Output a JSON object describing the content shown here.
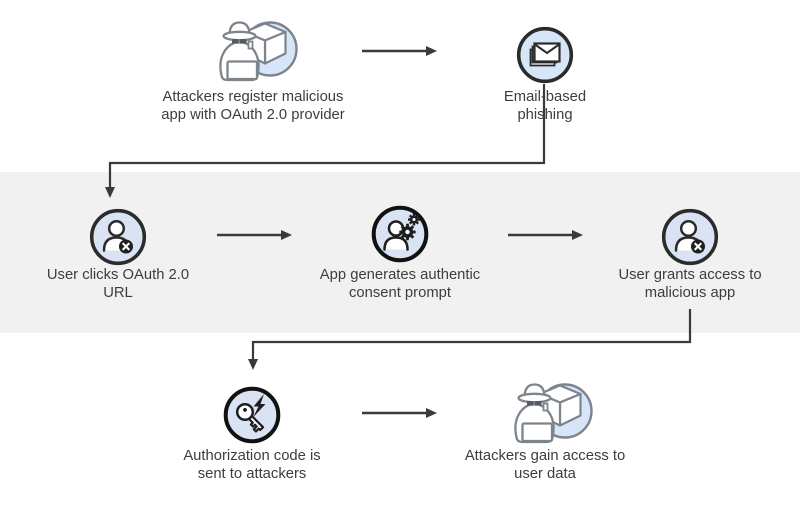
{
  "diagram": {
    "steps": [
      {
        "id": "register-malicious-app",
        "icon": "attacker-package-icon",
        "lines": [
          "Attackers register malicious",
          "app with OAuth 2.0 provider"
        ]
      },
      {
        "id": "email-phishing",
        "icon": "email-stack-icon",
        "lines": [
          "Email-based",
          "phishing"
        ]
      },
      {
        "id": "user-clicks-url",
        "icon": "user-x-icon",
        "lines": [
          "User clicks OAuth 2.0",
          "URL"
        ]
      },
      {
        "id": "consent-prompt",
        "icon": "user-gear-icon",
        "lines": [
          "App generates authentic",
          "consent prompt"
        ]
      },
      {
        "id": "user-grants-access",
        "icon": "user-x-icon",
        "lines": [
          "User grants access to",
          "malicious app"
        ]
      },
      {
        "id": "auth-code-sent",
        "icon": "key-lightning-icon",
        "lines": [
          "Authorization code is",
          "sent to attackers"
        ]
      },
      {
        "id": "attackers-gain-access",
        "icon": "attacker-package-icon",
        "lines": [
          "Attackers gain access to",
          "user data"
        ]
      }
    ],
    "flow": [
      {
        "from": "register-malicious-app",
        "to": "email-phishing",
        "style": "arrow"
      },
      {
        "from": "email-phishing",
        "to": "user-clicks-url",
        "style": "elbow-arrow"
      },
      {
        "from": "user-clicks-url",
        "to": "consent-prompt",
        "style": "arrow"
      },
      {
        "from": "consent-prompt",
        "to": "user-grants-access",
        "style": "arrow"
      },
      {
        "from": "user-grants-access",
        "to": "auth-code-sent",
        "style": "elbow-arrow"
      },
      {
        "from": "auth-code-sent",
        "to": "attackers-gain-access",
        "style": "arrow"
      }
    ],
    "colors": {
      "background": "#ffffff",
      "highlight_band": "#f1f1f1",
      "icon_fill_blue": "#d6e6f8",
      "icon_fill_lavender": "#dae3f4",
      "icon_ring_dark": "#2b2b2b",
      "attacker_outline_gray": "#7d848c",
      "arrow": "#3a3a3a",
      "text": "#3d3d3d"
    }
  }
}
